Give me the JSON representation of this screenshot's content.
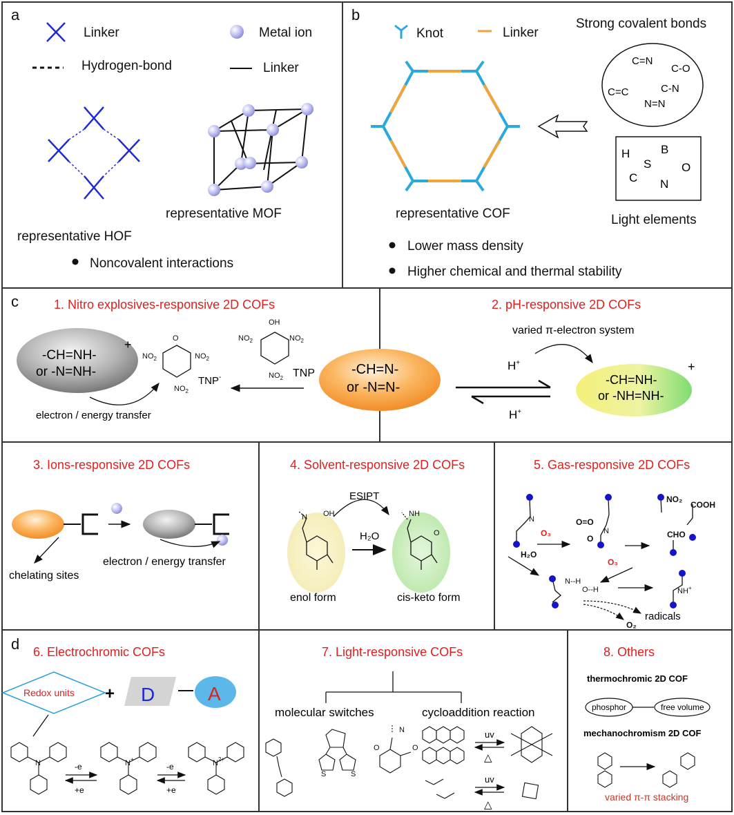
{
  "panel_letters": {
    "a": "a",
    "b": "b",
    "c": "c",
    "d": "d"
  },
  "panel_a": {
    "legend_linker_1": "Linker",
    "legend_hbond": "Hydrogen-bond",
    "legend_metal_ion": "Metal ion",
    "legend_linker_2": "Linker",
    "hof_label": "representative HOF",
    "mof_label": "representative MOF",
    "bullet": "Noncovalent interactions"
  },
  "panel_b": {
    "legend_knot": "Knot",
    "legend_linker": "Linker",
    "bonds_title": "Strong covalent bonds",
    "bonds": [
      "C=N",
      "C-O",
      "C=C",
      "C-N",
      "N=N"
    ],
    "elements": [
      "H",
      "B",
      "S",
      "O",
      "C",
      "N"
    ],
    "elements_caption": "Light elements",
    "cof_label": "representative COF",
    "bullet_1": "Lower mass density",
    "bullet_2": "Higher chemical and thermal stability"
  },
  "panel_c": {
    "title_1": "1. Nitro explosives-responsive 2D COFs",
    "title_2": "2. pH-responsive 2D COFs",
    "title_3": "3. Ions-responsive 2D COFs",
    "title_4": "4. Solvent-responsive 2D COFs",
    "title_5": "5. Gas-responsive 2D COFs",
    "protonated_line1": "-CH=NH-",
    "protonated_line2": "or -N=NH-",
    "plus": "+",
    "center_line1": "-CH=N-",
    "center_line2": "or -N=N-",
    "ph_line1": "-CH=NH-",
    "ph_line2": "or -NH=NH-",
    "tnp": "TNP",
    "tnp_anion": "TNP",
    "tnp_anion_charge": "-",
    "nitro": "NO",
    "nitro_sub": "2",
    "oh": "OH",
    "o_minus": "O",
    "electron_transfer_1": "electron / energy transfer",
    "varied_pi": "varied π-electron system",
    "h_plus_top": "H",
    "h_plus_bottom": "H",
    "h_plus_charge": "+",
    "chelating_sites": "chelating sites",
    "electron_transfer_3": "electron / energy transfer",
    "esipt": "ESIPT",
    "h2o": "H₂O",
    "enol_form": "enol form",
    "keto_form": "cis-keto form",
    "oh_solvent": "OH",
    "nh": "NH",
    "o_keto": "O",
    "n_enol": "N",
    "gas_o3_1": "O₃",
    "gas_o3_2": "O₃",
    "gas_h2o": "H₂O",
    "gas_no2": "NO₂",
    "gas_cooh": "COOH",
    "gas_cho": "CHO",
    "gas_radicals": "radicals",
    "gas_o2": "O₂",
    "gas_n": "N",
    "gas_nh": "NH",
    "gas_o": "O",
    "gas_h": "H"
  },
  "panel_d": {
    "title_6": "6. Electrochromic COFs",
    "title_7": "7. Light-responsive COFs",
    "title_8": "8. Others",
    "redox_units": "Redox units",
    "plus_sign": "+",
    "donor": "D",
    "acceptor": "A",
    "minus_e_1": "-e",
    "plus_e_1": "+e",
    "minus_e_2": "-e",
    "plus_e_2": "+e",
    "n_label": "N",
    "n_plus": "+",
    "n_2plus": "2+",
    "molecular_switches": "molecular switches",
    "cycloaddition": "cycloaddition reaction",
    "uv_1": "uv",
    "uv_2": "uv",
    "delta": "△",
    "thermochromic": "thermochromic 2D COF",
    "phosphor": "phosphor",
    "free_volume": "free volume",
    "mechanochromism": "mechanochromism 2D COF",
    "pi_stacking": "varied π-π stacking",
    "s_label": "S",
    "o_label": "O",
    "n_small": "N"
  },
  "colors": {
    "hof_blue": "#1f2ad6",
    "metal_ion": "#b8b8ee",
    "knot_blue": "#2aa9dc",
    "linker_orange": "#f2a33a",
    "title_red": "#e01f1f",
    "orange_blob": "#f59a3c",
    "grey_blob": "#9a9a9a",
    "redox_diamond": "#2a9fd8",
    "acceptor_blue": "#5cb8e8",
    "gas_dot": "#1515c8"
  }
}
